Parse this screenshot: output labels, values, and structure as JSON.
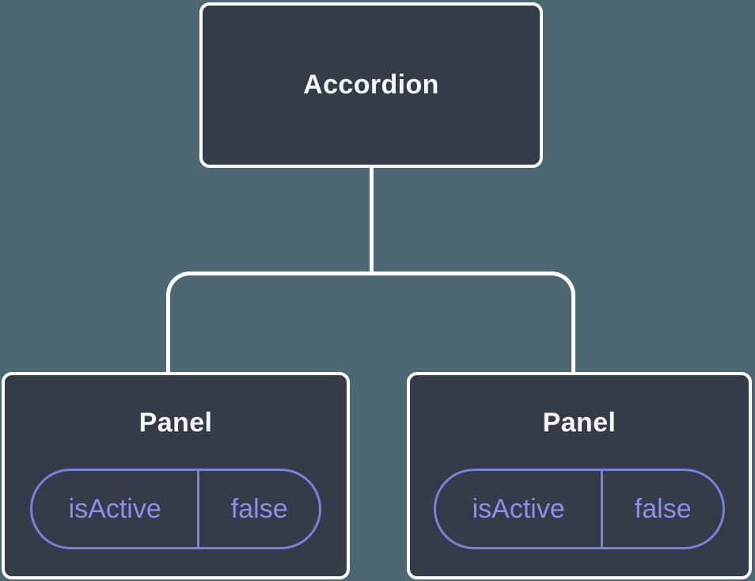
{
  "tree": {
    "root": {
      "label": "Accordion"
    },
    "children": [
      {
        "label": "Panel",
        "state": {
          "key": "isActive",
          "value": "false"
        }
      },
      {
        "label": "Panel",
        "state": {
          "key": "isActive",
          "value": "false"
        }
      }
    ]
  },
  "colors": {
    "background": "#4D6872",
    "node_fill": "#353B48",
    "node_border": "#FFFFFF",
    "node_text": "#F6F7F9",
    "connector": "#FFFFFF",
    "state_border": "#7B81DA",
    "state_text": "#8B90E8"
  }
}
